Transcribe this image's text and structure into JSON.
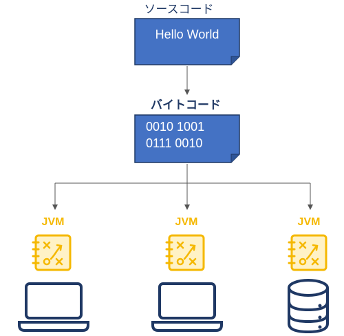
{
  "source": {
    "label": "ソースコード",
    "content": "Hello World"
  },
  "bytecode": {
    "label": "バイトコード",
    "line1": "0010 1001",
    "line2": "0111 0010"
  },
  "targets": [
    {
      "label": "JVM",
      "device_icon": "laptop-icon"
    },
    {
      "label": "JVM",
      "device_icon": "laptop-icon"
    },
    {
      "label": "JVM",
      "device_icon": "database-icon"
    }
  ],
  "colors": {
    "doc_fill": "#4472c4",
    "doc_stroke": "#1f3864",
    "jvm_accent": "#f5b800",
    "jvm_fill": "#fff2c6",
    "device_stroke": "#1f3864",
    "arrow": "#555555"
  }
}
